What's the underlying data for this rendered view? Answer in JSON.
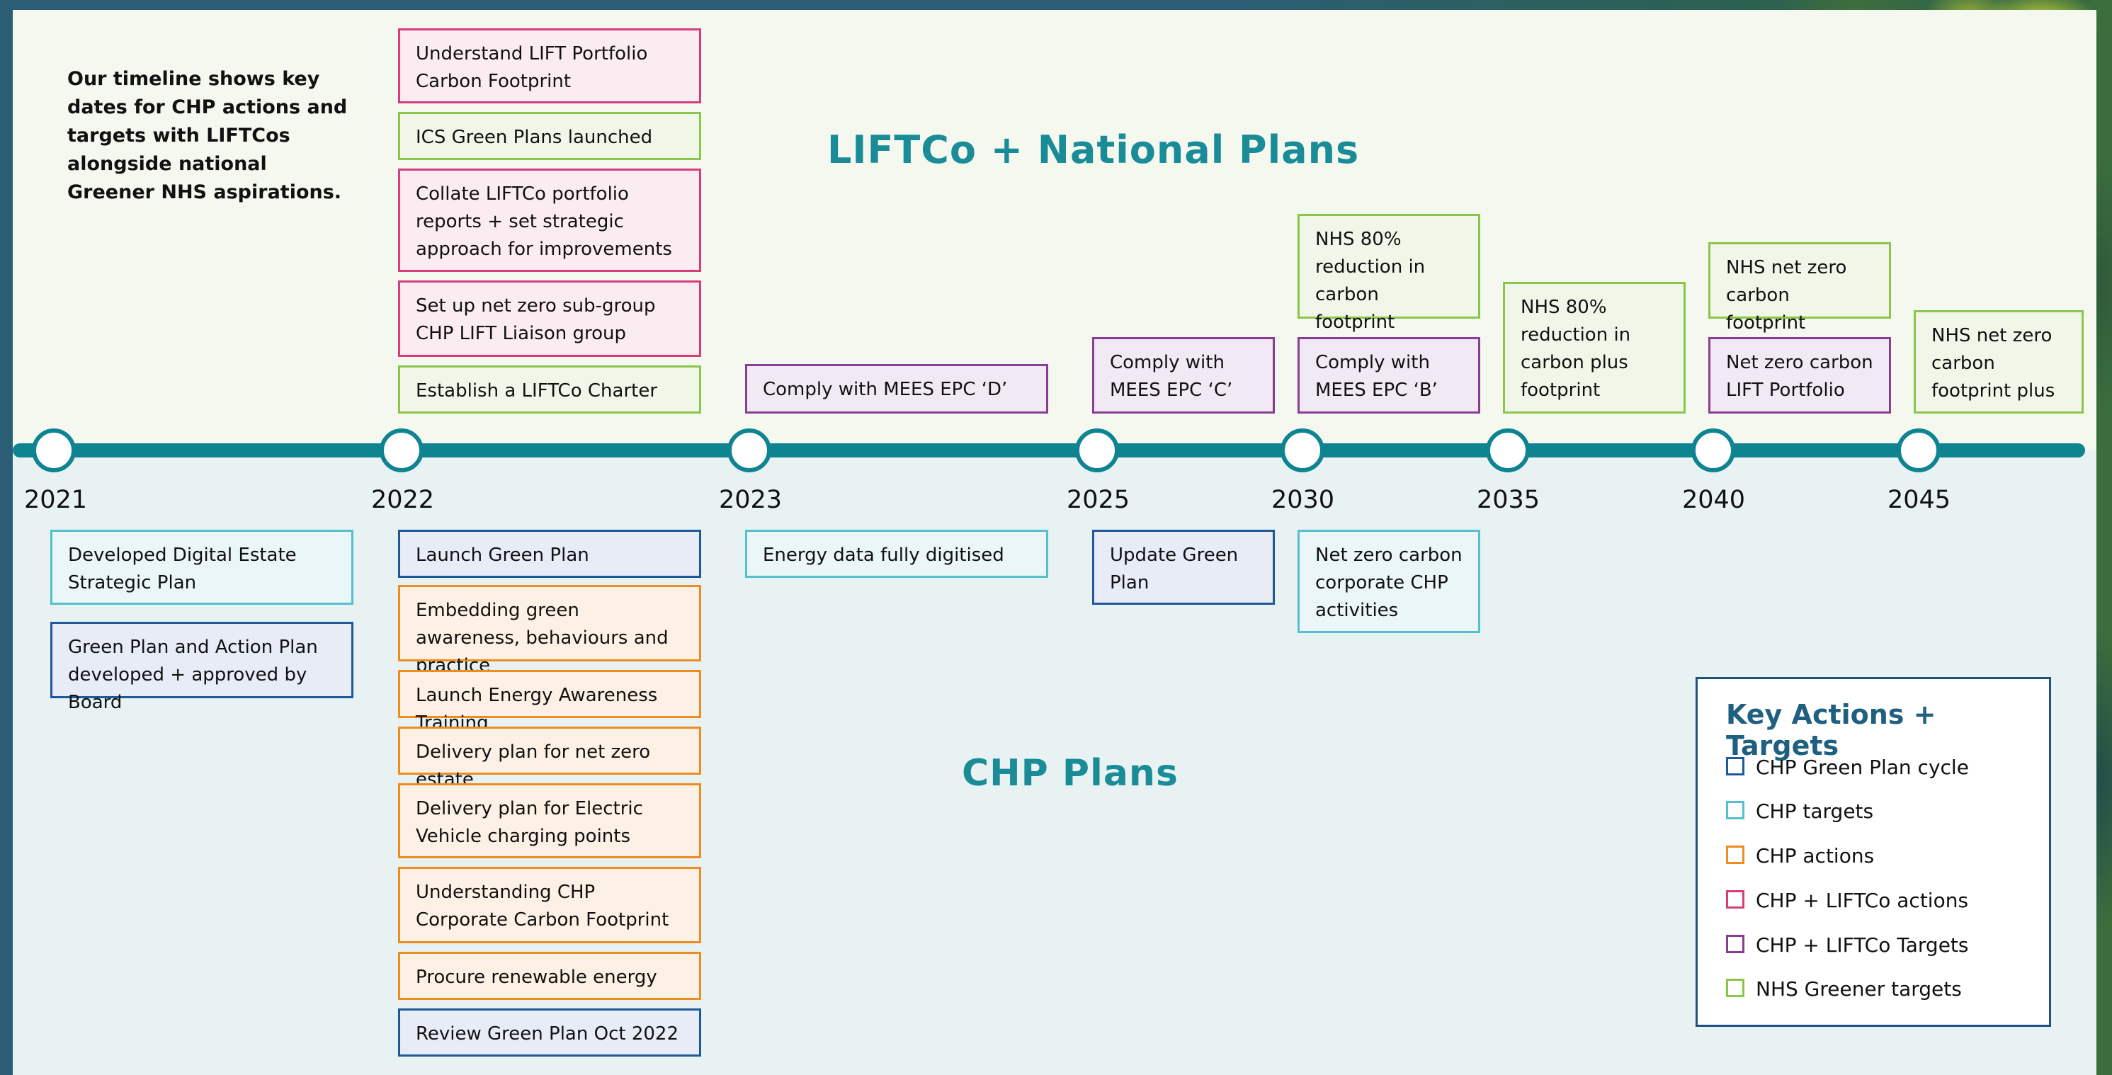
{
  "intro": "Our timeline shows key dates for CHP actions and targets with LIFTCos alongside national Greener NHS aspirations.",
  "headings": {
    "liftco": "LIFTCo + National Plans",
    "chp": "CHP Plans"
  },
  "years": [
    "2021",
    "2022",
    "2023",
    "2025",
    "2030",
    "2035",
    "2040",
    "2045"
  ],
  "items": {
    "liftco_2022_1": "Understand LIFT Portfolio Carbon Footprint",
    "liftco_2022_2": "ICS Green Plans launched",
    "liftco_2022_3": "Collate LIFTCo portfolio reports + set strategic approach for improvements",
    "liftco_2022_4": "Set up net zero sub-group CHP LIFT Liaison group",
    "liftco_2022_5": "Establish a LIFTCo Charter",
    "liftco_2023": "Comply with MEES EPC ‘D’",
    "liftco_2025": "Comply with MEES EPC ‘C’",
    "liftco_2030_nhs": "NHS 80% reduction in carbon footprint",
    "liftco_2030_epc": "Comply with MEES EPC ‘B’",
    "liftco_2035_nhs": "NHS 80% reduction in carbon plus footprint",
    "liftco_2040_nhs": "NHS net zero carbon footprint",
    "liftco_2040_lift": "Net zero carbon LIFT Portfolio",
    "liftco_2045_nhs": "NHS net zero carbon footprint plus",
    "chp_2021_1": "Developed Digital Estate Strategic Plan",
    "chp_2021_2": "Green Plan and Action Plan developed + approved by Board",
    "chp_2022_1": "Launch Green Plan",
    "chp_2022_2": "Embedding green awareness, behaviours and practice",
    "chp_2022_3": "Launch Energy Awareness Training",
    "chp_2022_4": "Delivery plan for net zero estate",
    "chp_2022_5": "Delivery plan for Electric Vehicle charging points",
    "chp_2022_6": "Understanding CHP Corporate Carbon Footprint",
    "chp_2022_7": "Procure renewable energy",
    "chp_2022_8": "Review Green Plan Oct 2022",
    "chp_2023": "Energy data fully digitised",
    "chp_2025": "Update Green Plan",
    "chp_2030": "Net zero carbon corporate CHP activities"
  },
  "legend": {
    "title": "Key Actions + Targets",
    "items": [
      {
        "label": "CHP Green Plan cycle",
        "color": "#1e5a9a"
      },
      {
        "label": "CHP targets",
        "color": "#54bfcf"
      },
      {
        "label": "CHP actions",
        "color": "#ef8c20"
      },
      {
        "label": "CHP + LIFTCo actions",
        "color": "#d73d79"
      },
      {
        "label": "CHP + LIFTCo Targets",
        "color": "#8a3d95"
      },
      {
        "label": "NHS Greener targets",
        "color": "#8ac64a"
      }
    ]
  }
}
